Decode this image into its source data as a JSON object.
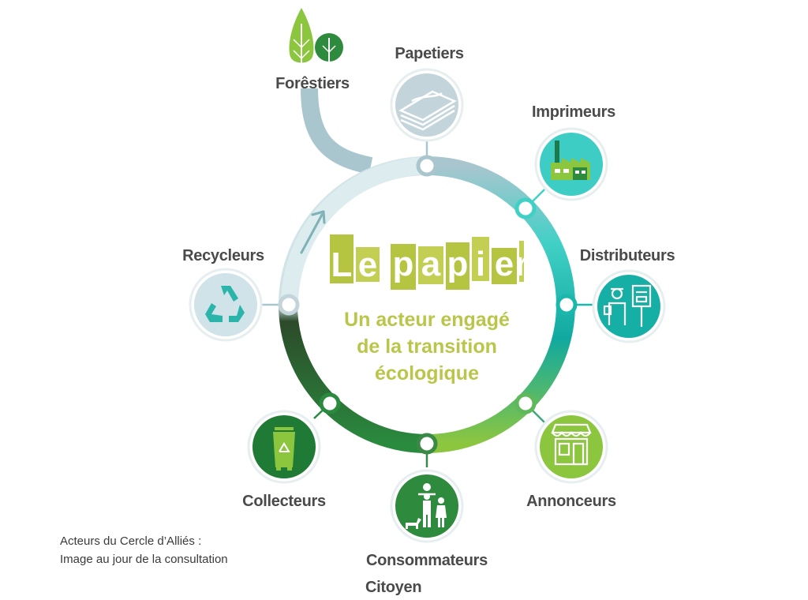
{
  "title": {
    "word1": "Le",
    "word2": "papier",
    "letters": [
      "L",
      "e",
      "p",
      "a",
      "p",
      "i",
      "e",
      "r"
    ]
  },
  "subtitle": {
    "line1": "Un acteur engagé",
    "line2": "de la transition",
    "line3": "écologique"
  },
  "actors": {
    "forestiers": "Forêstiers",
    "papetiers": "Papetiers",
    "imprimeurs": "Imprimeurs",
    "distributeurs": "Distributeurs",
    "annonceurs": "Annonceurs",
    "consommateurs_line1": "Consommateurs",
    "consommateurs_line2": "Citoyen",
    "collecteurs": "Collecteurs",
    "recycleurs": "Recycleurs"
  },
  "note": {
    "line1": "Acteurs du Cercle d’Alliés :",
    "line2": "Image au jour de la consultation"
  },
  "colors": {
    "papetiers": "#c3d5da",
    "imprimeurs": "#3ecdc4",
    "distributeurs": "#3ecdc4",
    "annonceurs": "#8cc63f",
    "consommateurs": "#2e8b3d",
    "collecteurs": "#1e7a34",
    "recycleurs": "#cfe3e8",
    "title": "#b5c441",
    "subtitle": "#b9c64a"
  },
  "icons": {
    "forestiers": "trees-icon",
    "papetiers": "paper-stack-icon",
    "imprimeurs": "factory-icon",
    "distributeurs": "postman-mailbox-icon",
    "annonceurs": "shop-icon",
    "consommateurs": "family-icon",
    "collecteurs": "recycle-bin-icon",
    "recycleurs": "recycle-arrows-icon"
  }
}
